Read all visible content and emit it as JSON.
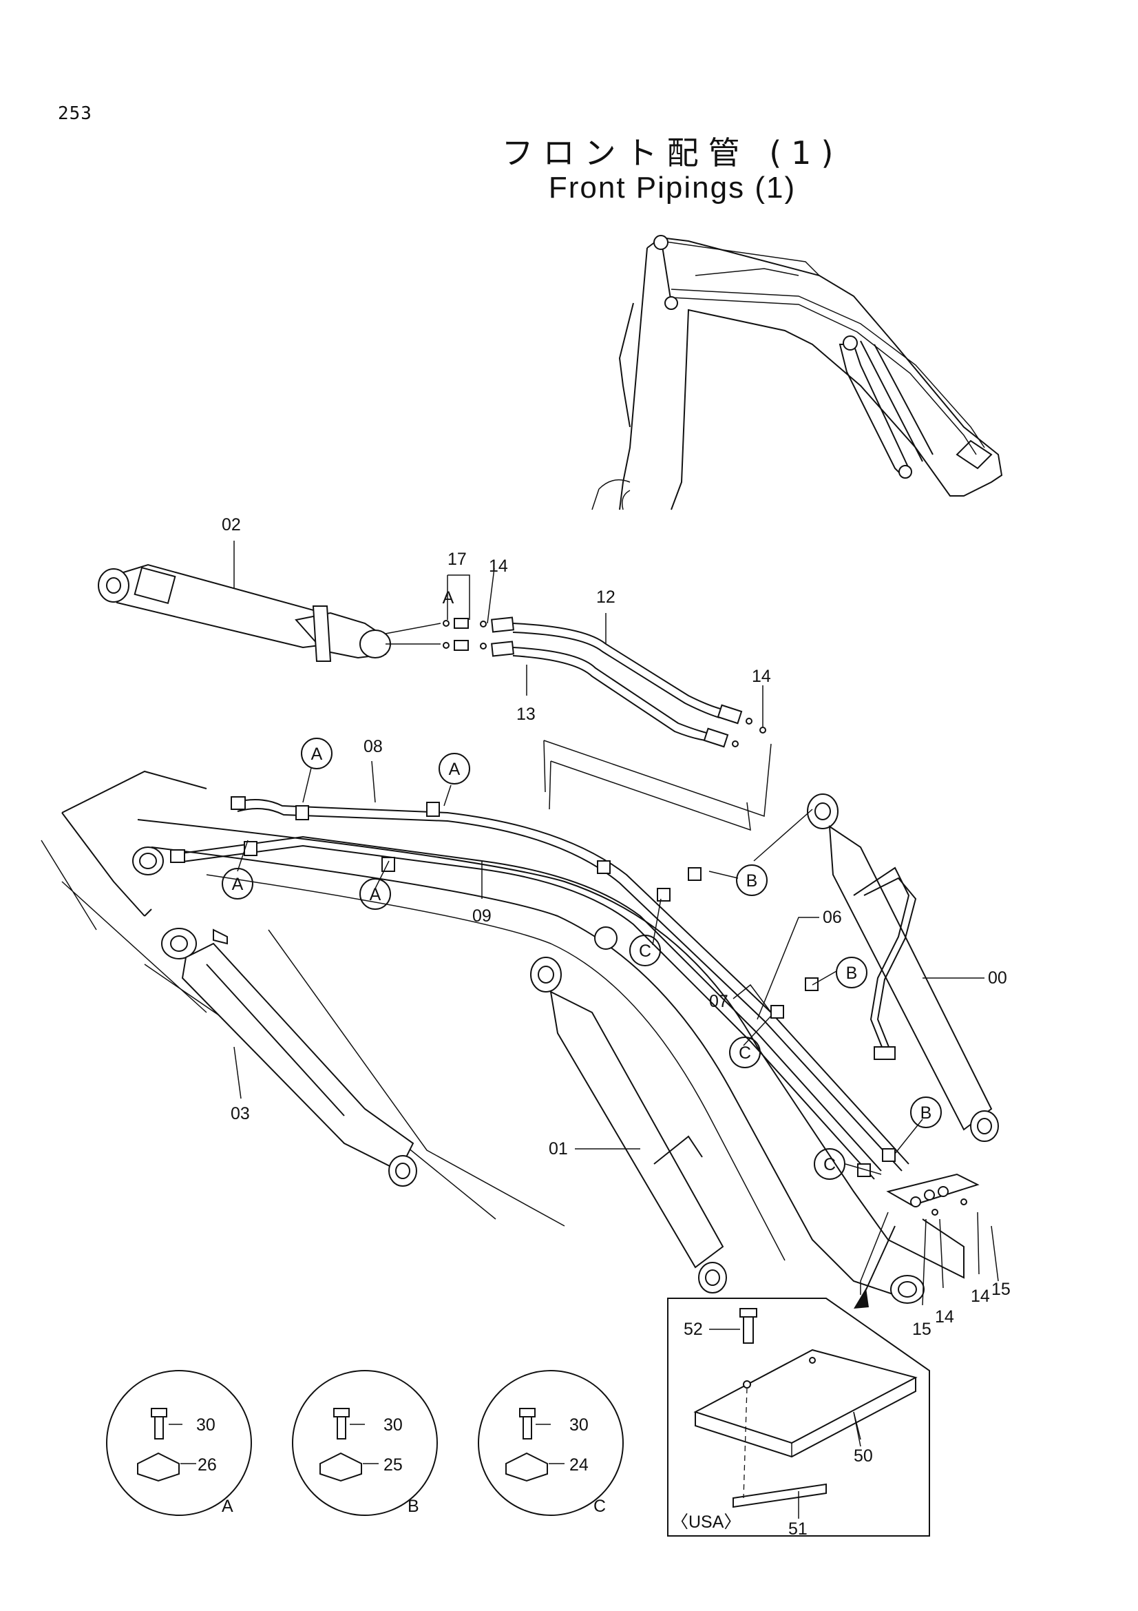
{
  "page_number": "253",
  "title_jp": "フロント配管 (1)",
  "title_en": "Front Pipings (1)",
  "part_labels": {
    "p00": "00",
    "p01": "01",
    "p02": "02",
    "p03": "03",
    "p06": "06",
    "p07": "07",
    "p08": "08",
    "p09": "09",
    "p12": "12",
    "p13": "13",
    "p14a": "14",
    "p14b": "14",
    "p14c": "14",
    "p14d": "14",
    "p15a": "15",
    "p15b": "15",
    "p17": "17",
    "p50": "50",
    "p51": "51",
    "p52": "52"
  },
  "callouts": {
    "a1": "A",
    "a2": "A",
    "a3": "A",
    "a4": "A",
    "a5": "A",
    "b1": "B",
    "b2": "B",
    "b3": "B",
    "c1": "C",
    "c2": "C",
    "c3": "C"
  },
  "detail_views": [
    {
      "letter": "A",
      "bolt": "30",
      "clamp": "26"
    },
    {
      "letter": "B",
      "bolt": "30",
      "clamp": "25"
    },
    {
      "letter": "C",
      "bolt": "30",
      "clamp": "24"
    }
  ],
  "usa_label": "〈USA〉"
}
